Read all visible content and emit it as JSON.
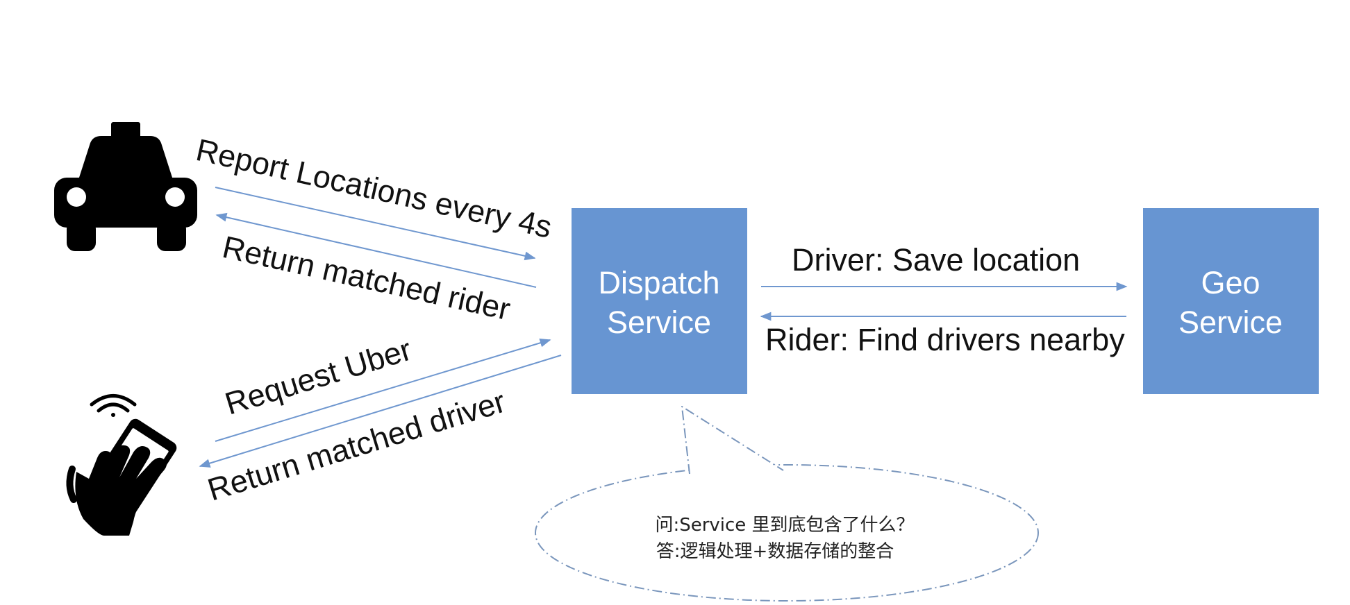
{
  "colors": {
    "box_fill": "#6795d2",
    "arrow": "#6f97cf",
    "bubble_stroke": "#7a96bc",
    "icon": "#000000"
  },
  "actors": {
    "driver_icon": "taxi-icon",
    "rider_icon": "phone-in-hand-icon"
  },
  "nodes": {
    "dispatch": {
      "line1": "Dispatch",
      "line2": "Service"
    },
    "geo": {
      "line1": "Geo",
      "line2": "Service"
    }
  },
  "edges": {
    "report_locations": "Report Locations every 4s",
    "return_rider": "Return matched rider",
    "request_uber": "Request Uber",
    "return_driver": "Return matched driver",
    "save_location": "Driver: Save location",
    "find_drivers": "Rider: Find drivers nearby"
  },
  "callout": {
    "question": "问:Service 里到底包含了什么？",
    "answer": "答:逻辑处理+数据存储的整合"
  }
}
